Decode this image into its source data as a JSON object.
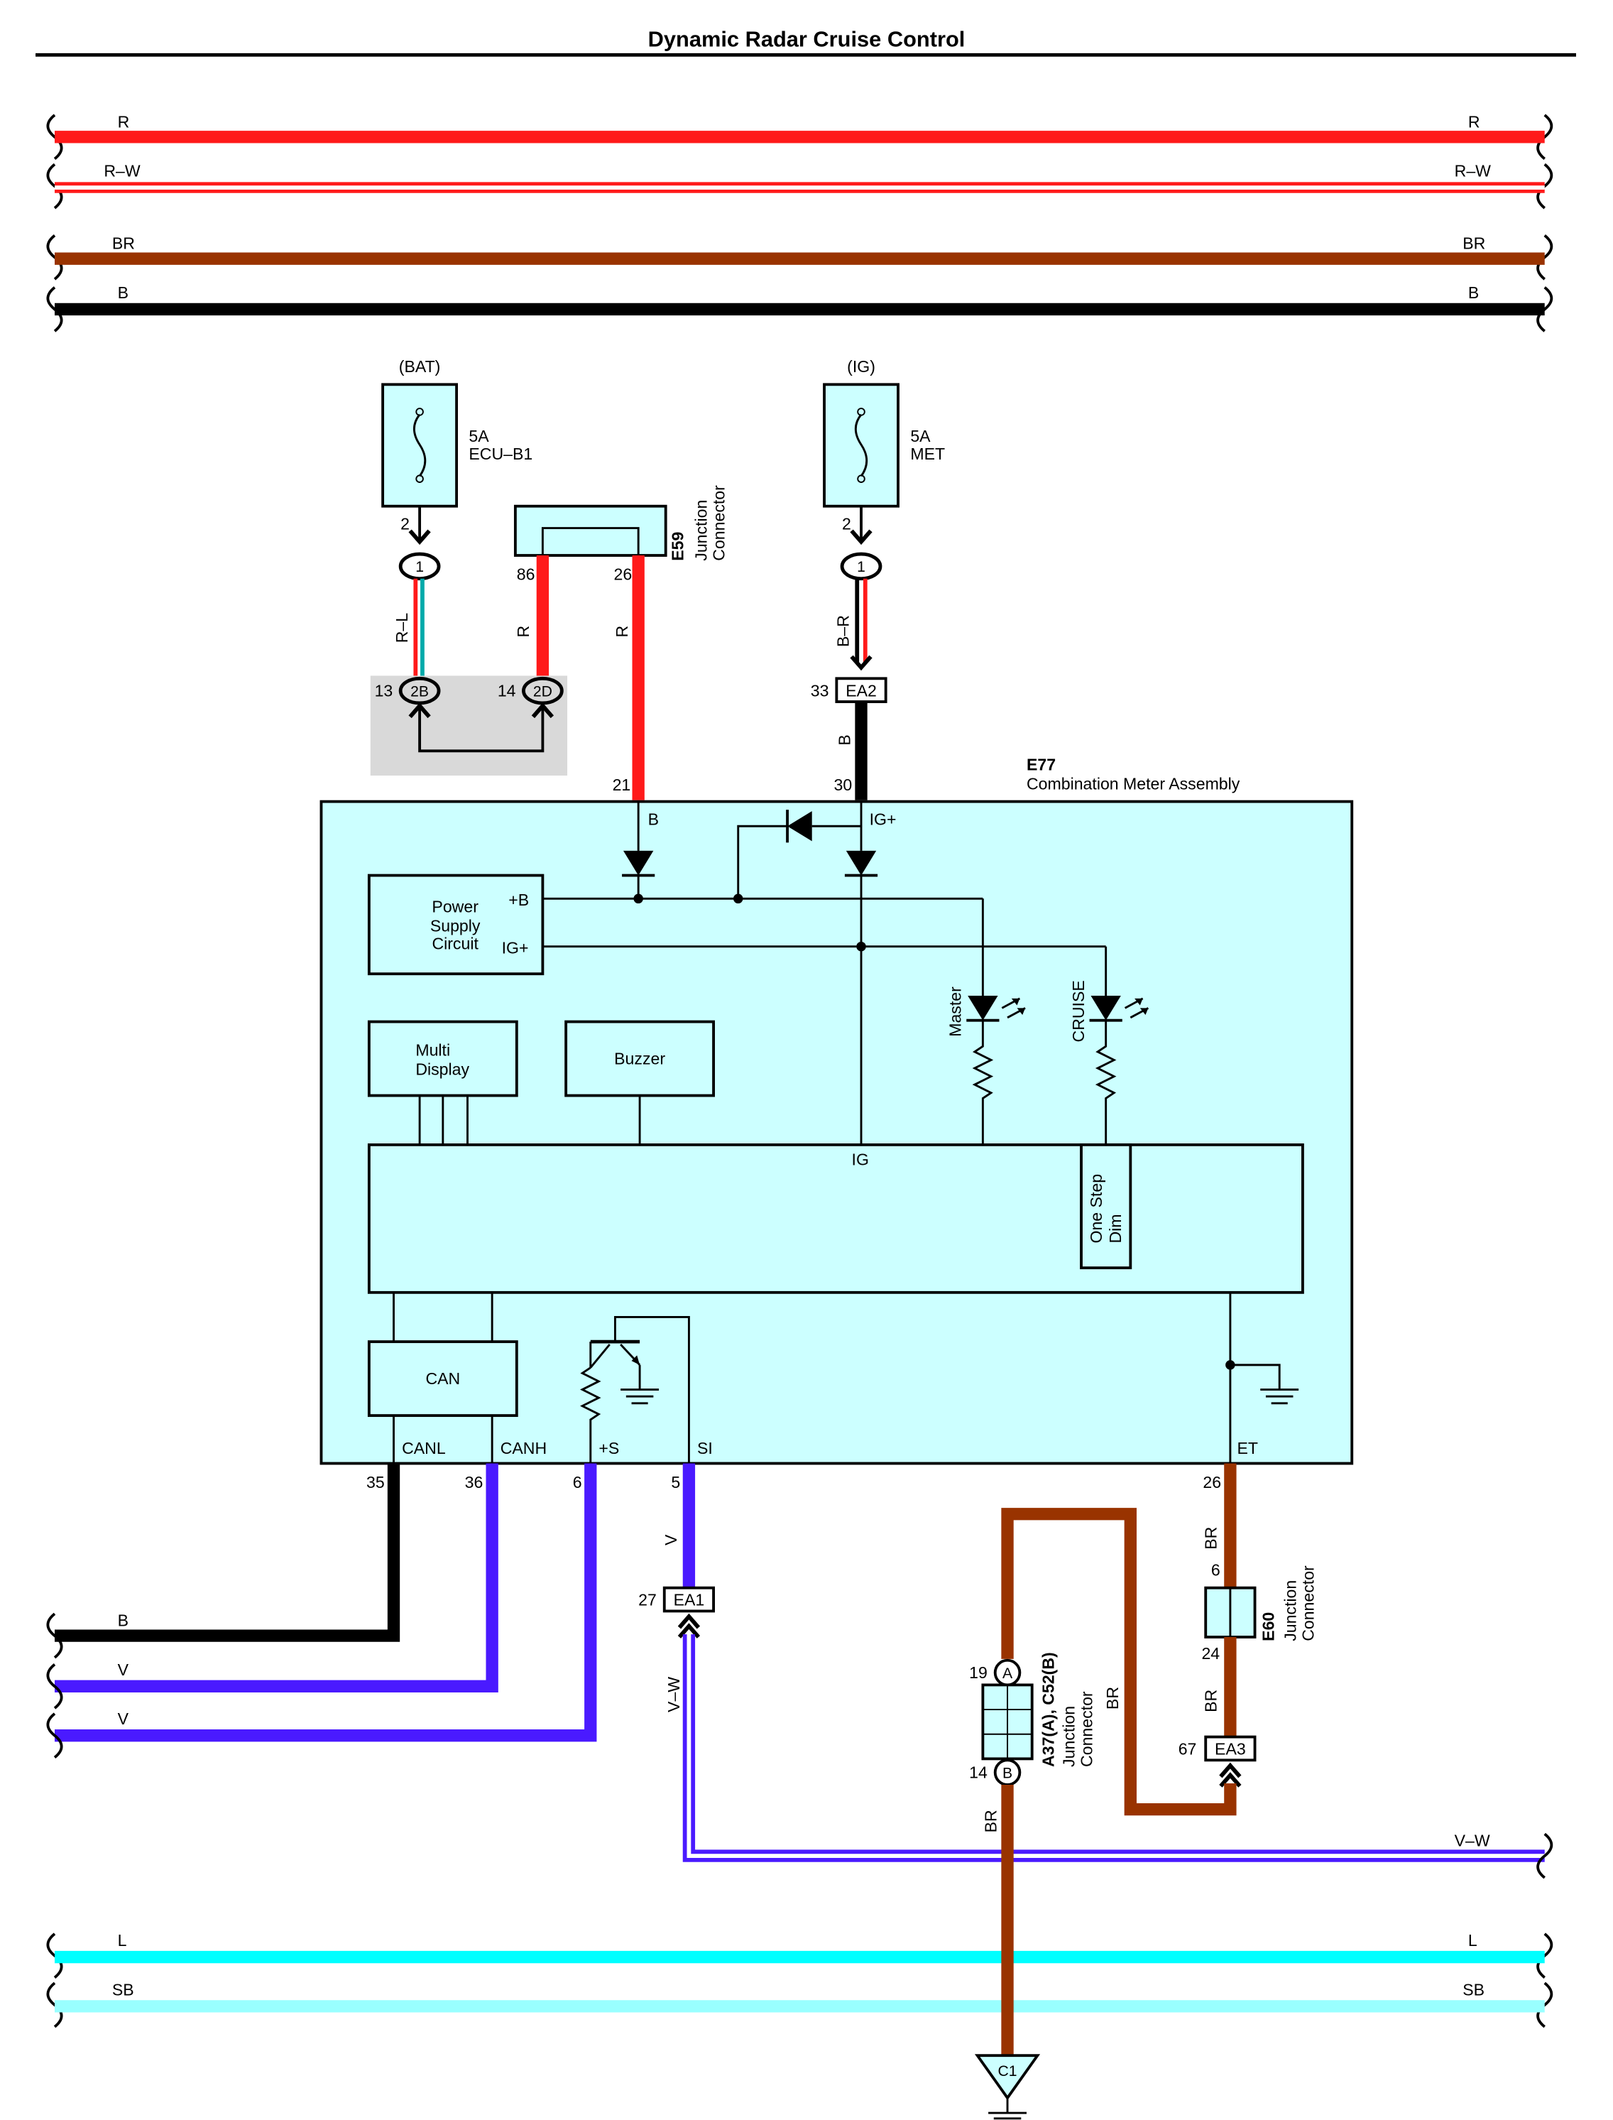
{
  "title": "Dynamic Radar Cruise Control",
  "buses": {
    "r": "R",
    "rw": "R–W",
    "br": "BR",
    "b": "B",
    "l": "L",
    "sb": "SB",
    "vw": "V–W"
  },
  "fuses": {
    "bat": {
      "source": "(BAT)",
      "rating": "5A",
      "name": "ECU–B1",
      "pin": "2",
      "conn": "1"
    },
    "ig": {
      "source": "(IG)",
      "rating": "5A",
      "name": "MET",
      "pin": "2",
      "conn": "1"
    }
  },
  "e59": {
    "code": "E59",
    "desc1": "Junction",
    "desc2": "Connector",
    "pin_a": "86",
    "pin_b": "26"
  },
  "left_wires": {
    "rl": "R–L",
    "r1": "R",
    "r2": "R",
    "br_pin": "B–R",
    "b_pin": "B"
  },
  "gray_conns": {
    "c2b": "2B",
    "c2b_pin": "13",
    "c2d": "2D",
    "c2d_pin": "14"
  },
  "ea2": {
    "code": "EA2",
    "pin": "33"
  },
  "e77": {
    "code": "E77",
    "name": "Combination Meter Assembly",
    "pin_b": "21",
    "pin_ig": "30",
    "term_b": "B",
    "term_ig": "IG+",
    "power_supply": [
      "Power",
      "Supply",
      "Circuit"
    ],
    "ps_b": "+B",
    "ps_ig": "IG+",
    "multi_display": [
      "Multi",
      "Display"
    ],
    "buzzer": "Buzzer",
    "master": "Master",
    "cruise": "CRUISE",
    "ig_label": "IG",
    "one_step_dim": [
      "One Step",
      "Dim"
    ],
    "can": "CAN",
    "canl": "CANL",
    "canh": "CANH",
    "plus_s": "+S",
    "si": "SI",
    "et": "ET",
    "pin_canl": "35",
    "pin_canh": "36",
    "pin_s": "6",
    "pin_si": "5",
    "pin_et": "26"
  },
  "lower": {
    "b": "B",
    "v1": "V",
    "v2": "V",
    "v_wire": "V",
    "vw_wire": "V–W",
    "ea1": "EA1",
    "ea1_pin": "27",
    "a37_code": "A37(A), C52(B)",
    "a37_desc1": "Junction",
    "a37_desc2": "Connector",
    "a37_pin_a": "19",
    "a37_pin_b": "14",
    "conn_a": "A",
    "conn_b": "B",
    "br1": "BR",
    "br2": "BR",
    "br3": "BR",
    "br4": "BR",
    "e60_code": "E60",
    "e60_desc1": "Junction",
    "e60_desc2": "Connector",
    "e60_pin_a": "6",
    "e60_pin_b": "24",
    "ea3": "EA3",
    "ea3_pin": "67",
    "c1": "C1"
  },
  "colors": {
    "red": "#ff1a1a",
    "brown": "#993300",
    "black": "#000000",
    "violet": "#4a1aff",
    "cyan": "#00ffff",
    "skyblue": "#99ffff",
    "box": "#ccffff",
    "gray": "#d9d9d9",
    "teal_line": "#00aaaa"
  }
}
